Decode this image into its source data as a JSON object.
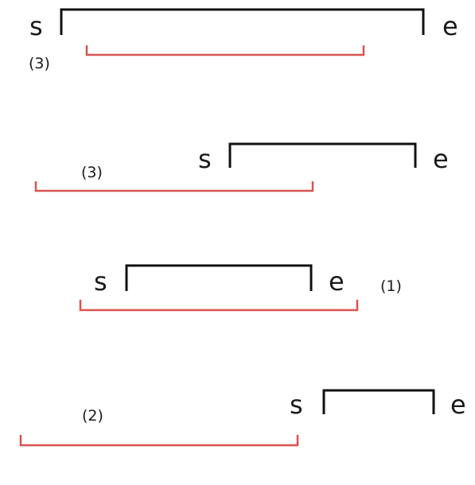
{
  "diagrams": [
    {
      "start_label": "s",
      "end_label": "e",
      "case_label": "(3)"
    },
    {
      "start_label": "s",
      "end_label": "e",
      "case_label": "(3)"
    },
    {
      "start_label": "s",
      "end_label": "e",
      "case_label": "(1)"
    },
    {
      "start_label": "s",
      "end_label": "e",
      "case_label": "(2)"
    }
  ],
  "colors": {
    "reference": "#111111",
    "comparison": "#d9534f"
  }
}
